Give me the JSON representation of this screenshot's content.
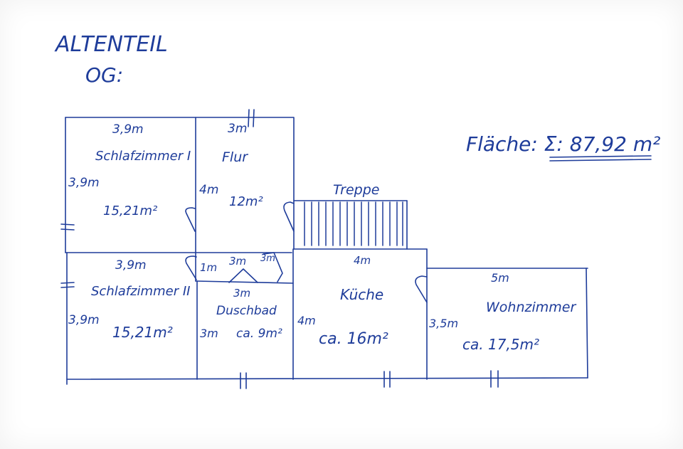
{
  "header": {
    "title": "ALTENTEIL",
    "floor": "OG:"
  },
  "summary": {
    "area_label": "Fläche: Σ: 87,92 m²"
  },
  "rooms": {
    "schlafzimmer_1": {
      "name": "Schlafzimmer I",
      "width": "3,9m",
      "height": "3,9m",
      "area": "15,21m²"
    },
    "flur": {
      "name": "Flur",
      "width": "3m",
      "height": "4m",
      "area": "12m²"
    },
    "treppe": {
      "name": "Treppe"
    },
    "schlafzimmer_2": {
      "name": "Schlafzimmer II",
      "width": "3,9m",
      "height": "3,9m",
      "area": "15,21m²"
    },
    "passage": {
      "width": "1m",
      "width2": "3m",
      "width3": "3m"
    },
    "duschbad": {
      "name": "Duschbad",
      "width": "3m",
      "height": "3m",
      "area": "ca. 9m²"
    },
    "kueche": {
      "name": "Küche",
      "width": "4m",
      "height": "4m",
      "area": "ca. 16m²"
    },
    "wohnzimmer": {
      "name": "Wohnzimmer",
      "width": "5m",
      "height": "3,5m",
      "area": "ca. 17,5m²"
    }
  },
  "colors": {
    "ink": "#1e3c9a",
    "paper": "#ffffff"
  }
}
